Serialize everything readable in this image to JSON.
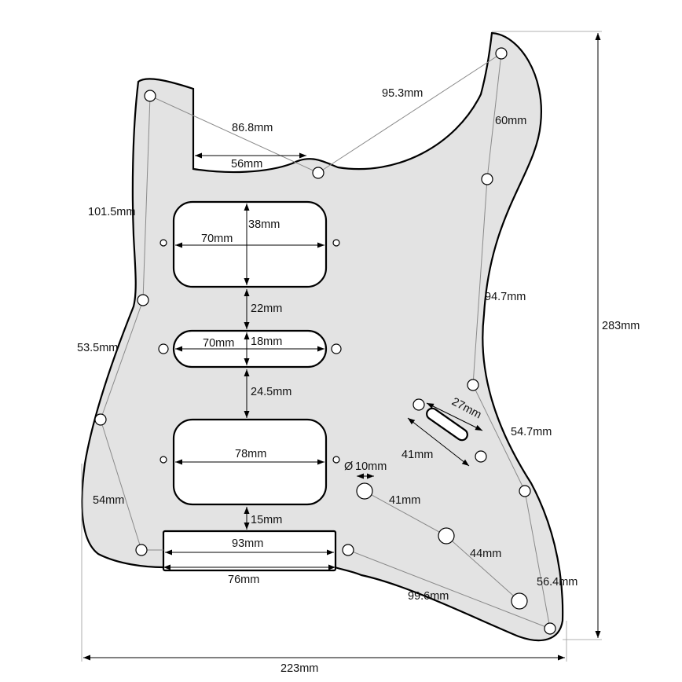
{
  "diagram": {
    "labels": {
      "d_86_8": "86.8mm",
      "d_56": "56mm",
      "d_95_3": "95.3mm",
      "d_60": "60mm",
      "d_101_5": "101.5mm",
      "d_70_top": "70mm",
      "d_38": "38mm",
      "d_22": "22mm",
      "d_70_mid": "70mm",
      "d_18": "18mm",
      "d_53_5": "53.5mm",
      "d_24_5": "24.5mm",
      "d_94_7": "94.7mm",
      "d_283": "283mm",
      "d_27": "27mm",
      "d_54_7": "54.7mm",
      "d_41_switch": "41mm",
      "d_78": "78mm",
      "d_10": "10mm",
      "d_41_knob": "41mm",
      "d_54": "54mm",
      "d_15": "15mm",
      "d_93": "93mm",
      "d_44": "44mm",
      "d_76": "76mm",
      "d_56_4": "56.4mm",
      "d_99_6": "99.6mm",
      "d_223": "223mm"
    },
    "symbols": {
      "diameter": "Ø"
    },
    "colors": {
      "body": "#e3e3e3",
      "outline": "#000000",
      "guide": "#8a8a8a"
    }
  }
}
